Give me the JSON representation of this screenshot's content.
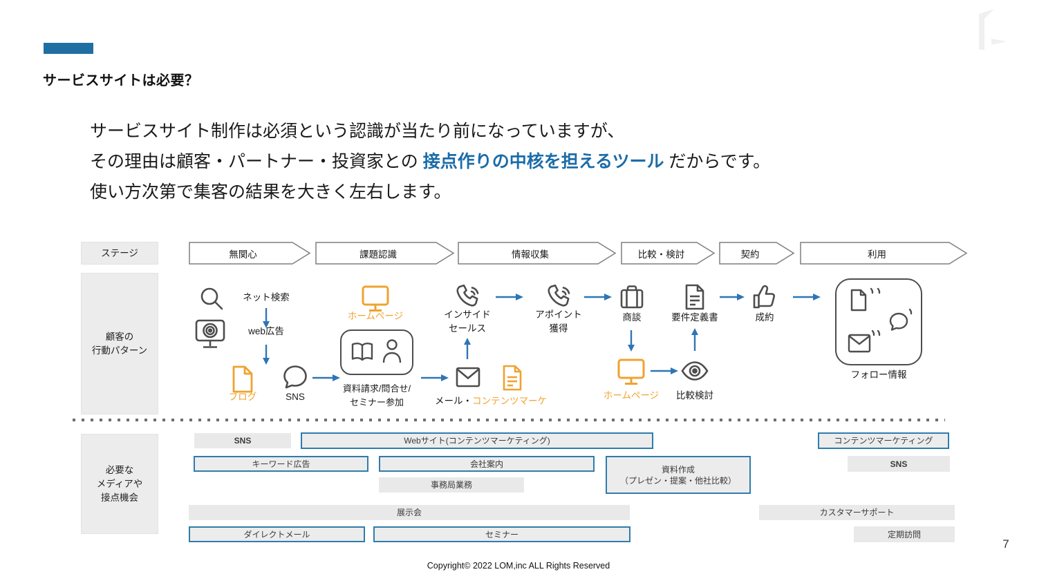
{
  "colors": {
    "accent_blue": "#1f6fa3",
    "highlight_blue": "#1b6ca8",
    "arrow_blue": "#2e75b6",
    "orange": "#f0a22e",
    "icon_gray": "#4d4d4d"
  },
  "header": {
    "title": "サービスサイトは必要？"
  },
  "intro": {
    "line1": "サービスサイト制作は必須という認識が当たり前になっていますが、",
    "line2_pre": "その理由は顧客・パートナー・投資家との ",
    "line2_highlight": "接点作りの中核を担えるツール",
    "line2_post": " だからです。",
    "line3": "使い方次第で集客の結果を大きく左右します。"
  },
  "stage_row": {
    "label": "ステージ",
    "items": [
      "無関心",
      "課題認識",
      "情報収集",
      "比較・検討",
      "契約",
      "利用"
    ]
  },
  "behavior": {
    "row_label_1": "顧客の",
    "row_label_2": "行動パターン",
    "net_search": "ネット検索",
    "web_ad": "web広告",
    "blog": "ブログ",
    "sns": "SNS",
    "homepage_1": "ホームページ",
    "request_line1": "資料請求/問合せ/",
    "request_line2": "セミナー参加",
    "mail_prefix": "メール・",
    "content_marketing": "コンテンツマーケ",
    "inside_sales_1": "インサイド",
    "inside_sales_2": "セールス",
    "appointment_1": "アポイント",
    "appointment_2": "獲得",
    "meeting": "商談",
    "homepage_2": "ホームページ",
    "comparison": "比較検討",
    "requirements": "要件定義書",
    "contract": "成約",
    "follow": "フォロー情報"
  },
  "media": {
    "row_label_1": "必要な",
    "row_label_2": "メディアや",
    "row_label_3": "接点機会",
    "sns_top": "SNS",
    "website": "Webサイト(コンテンツマーケティング)",
    "content_marketing": "コンテンツマーケティング",
    "keyword_ads": "キーワード広告",
    "company_info": "会社案内",
    "document_creation_1": "資料作成",
    "document_creation_2": "（プレゼン・提案・他社比較）",
    "sns_right": "SNS",
    "office_work": "事務局業務",
    "exhibition": "展示会",
    "customer_support": "カスタマーサポート",
    "direct_mail": "ダイレクトメール",
    "seminar": "セミナー",
    "periodic_visit": "定期訪問"
  },
  "footer": {
    "copyright": "Copyright© 2022 LOM,inc ALL Rights Reserved",
    "page": "7"
  }
}
